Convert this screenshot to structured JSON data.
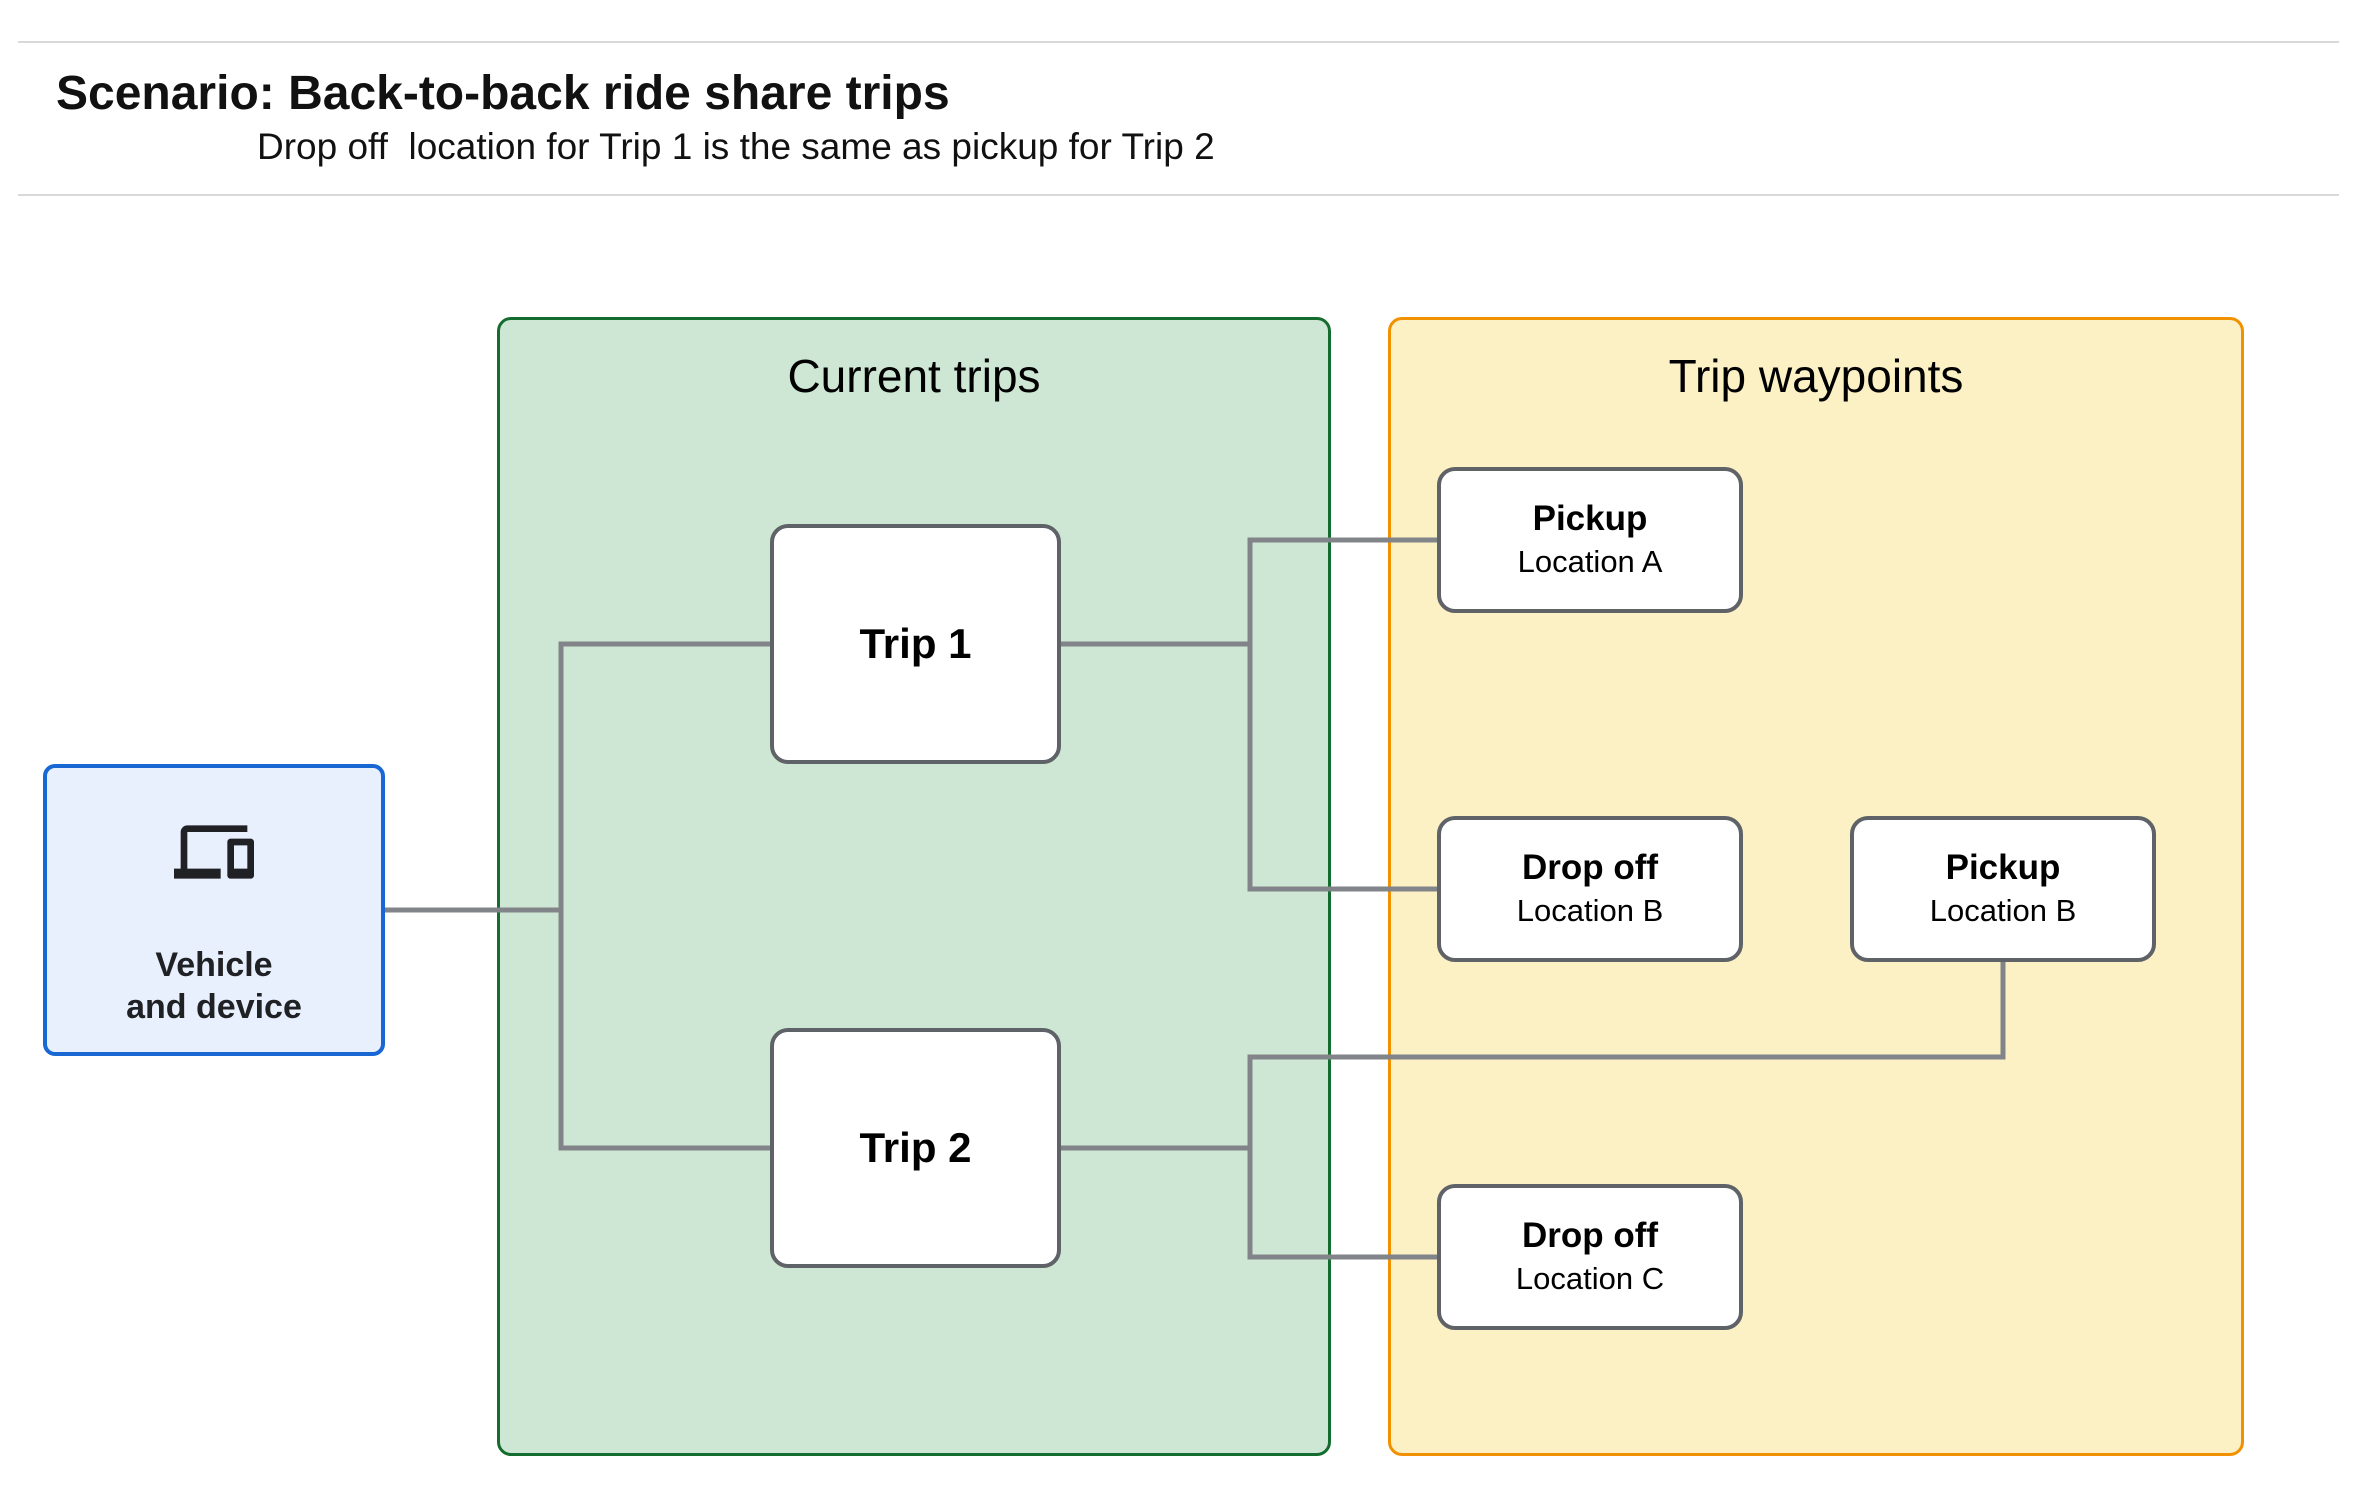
{
  "header": {
    "title": "Scenario: Back-to-back ride share trips",
    "subtitle": "Drop off  location for Trip 1 is the same as pickup for Trip 2"
  },
  "vehicle_node": {
    "icon": "devices-icon",
    "label_line1": "Vehicle",
    "label_line2": "and device"
  },
  "panels": {
    "current_trips": {
      "title": "Current trips"
    },
    "trip_waypoints": {
      "title": "Trip waypoints"
    }
  },
  "trips": [
    {
      "label": "Trip 1"
    },
    {
      "label": "Trip 2"
    }
  ],
  "waypoints": [
    {
      "type": "Pickup",
      "location": "Location A"
    },
    {
      "type": "Drop off",
      "location": "Location B"
    },
    {
      "type": "Pickup",
      "location": "Location B"
    },
    {
      "type": "Drop off",
      "location": "Location C"
    }
  ],
  "colors": {
    "vehicle_fill": "#E8F0FE",
    "vehicle_border": "#1967D2",
    "current_trips_fill": "#CEE7D4",
    "current_trips_border": "#146C2E",
    "trip_waypoints_fill": "#FCF0C5",
    "trip_waypoints_border": "#F29100",
    "node_border": "#5F6368",
    "connector": "#818488",
    "divider": "#D9D9D9",
    "icon_color": "#202124"
  }
}
